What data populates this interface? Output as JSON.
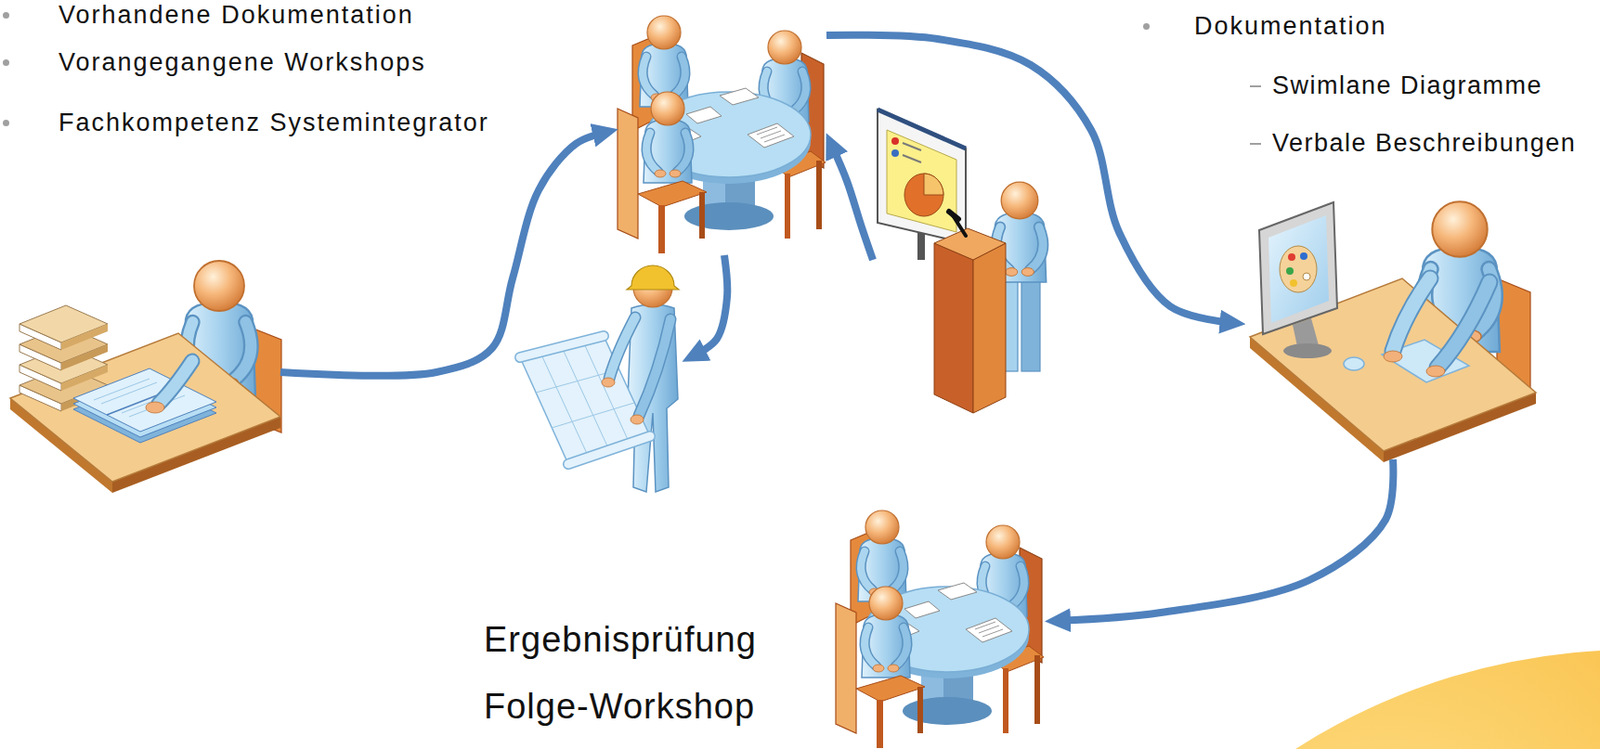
{
  "diagram": {
    "nodes": [
      {
        "text": [
          "Vorhandene Dokumentation",
          "Vorangegangene Workshops",
          "Fachkompetenz Systemintegrator"
        ]
      },
      {
        "text": []
      },
      {
        "text": []
      },
      {
        "text": []
      },
      {
        "text": [
          "Dokumentation",
          "Swimlane Diagramme",
          "Verbale Beschreibungen"
        ]
      },
      {
        "text": [
          "Ergebnisprüfung",
          "Folge-Workshop"
        ]
      }
    ],
    "edges": [
      {
        "from": 0,
        "to": 1,
        "arrow": "to"
      },
      {
        "from": 1,
        "to": 2,
        "arrow": "to"
      },
      {
        "from": 3,
        "to": 1,
        "arrow": "to"
      },
      {
        "from": 1,
        "to": 4,
        "arrow": "to"
      },
      {
        "from": 4,
        "to": 5,
        "arrow": "to"
      }
    ]
  }
}
